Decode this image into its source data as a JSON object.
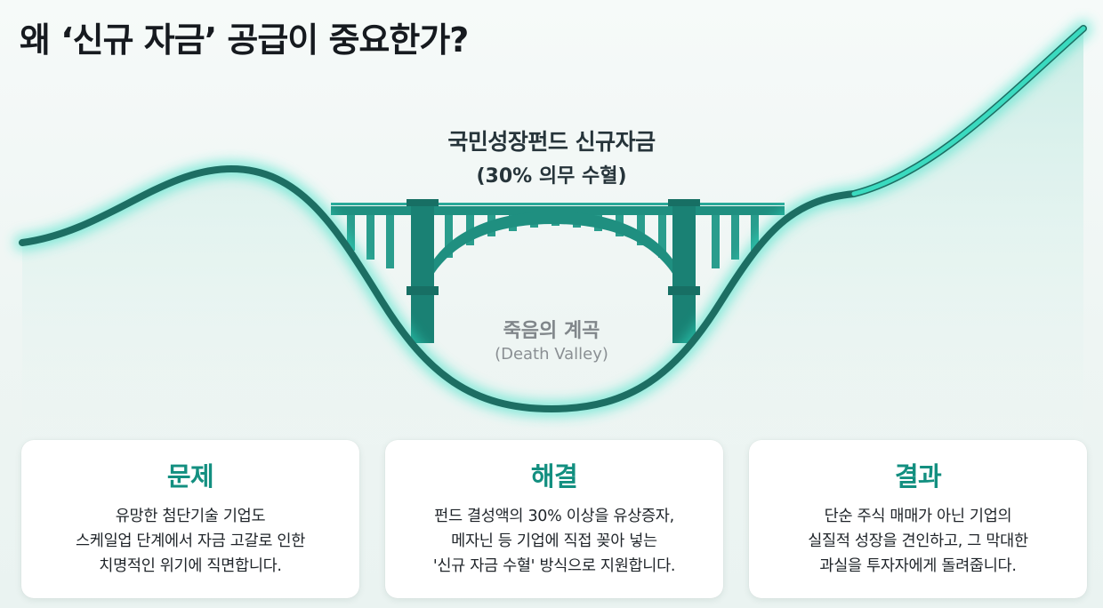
{
  "title": "왜 ‘신규 자금’ 공급이 중요한가?",
  "bridge": {
    "label_line1": "국민성장펀드 신규자금",
    "label_line2": "(30% 의무 수혈)"
  },
  "valley": {
    "label_line1": "죽음의 계곡",
    "label_line2": "(Death Valley)"
  },
  "colors": {
    "accent": "#138f80",
    "curve": "#1d6e63",
    "glow": "#2fe0c4",
    "bridge": "#1f8f80"
  },
  "cards": [
    {
      "title": "문제",
      "lines": [
        "유망한 첨단기술 기업도",
        "스케일업 단계에서 자금 고갈로 인한",
        "치명적인 위기에 직면합니다."
      ]
    },
    {
      "title": "해결",
      "lines": [
        "펀드 결성액의 30% 이상을 유상증자,",
        "메자닌 등 기업에 직접 꽂아 넣는",
        "'신규 자금 수혈' 방식으로 지원합니다."
      ]
    },
    {
      "title": "결과",
      "lines": [
        "단순 주식 매매가 아닌 기업의",
        "실질적 성장을 견인하고, 그 막대한",
        "과실을 투자자에게 돌려줍니다."
      ]
    }
  ]
}
